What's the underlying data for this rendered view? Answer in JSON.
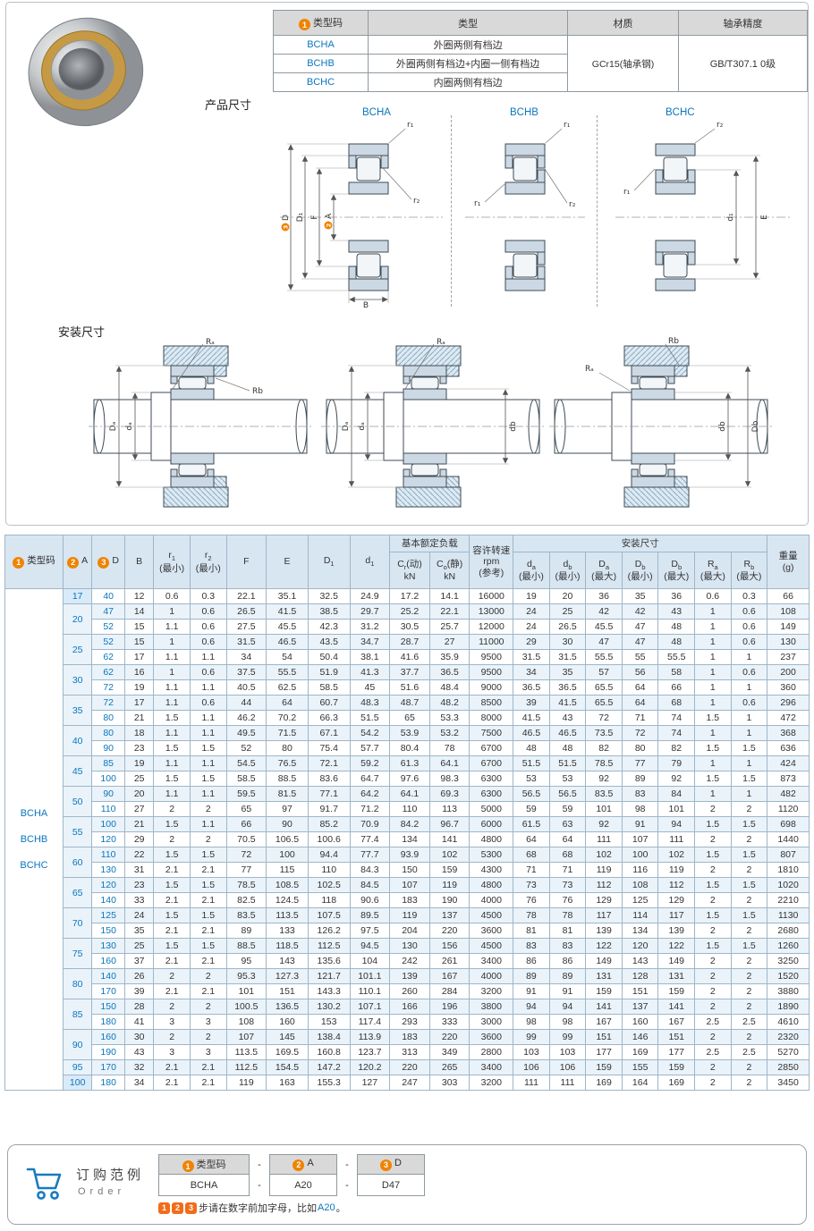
{
  "colors": {
    "accent_blue": "#0a76bd",
    "badge_orange": "#f08300",
    "header_gray": "#d9d9d9",
    "table_header_blue": "#d8e6f2",
    "row_alt_blue": "#eaf3fa"
  },
  "type_table": {
    "header_badge": "1",
    "headers": {
      "code": "类型码",
      "type": "类型",
      "material": "材质",
      "precision": "轴承精度"
    },
    "rows": [
      {
        "code": "BCHA",
        "type": "外圈两侧有档边"
      },
      {
        "code": "BCHB",
        "type": "外圈两侧有档边+内圈一侧有档边"
      },
      {
        "code": "BCHC",
        "type": "内圈两侧有档边"
      }
    ],
    "material": "GCr15(轴承钢)",
    "precision": "GB/T307.1 0级"
  },
  "drawings": {
    "product_title": "产品尺寸",
    "mount_title": "安装尺寸",
    "variant_names": [
      "BCHA",
      "BCHB",
      "BCHC"
    ],
    "badge2": "2",
    "badge3": "3",
    "dim_labels": {
      "D": "D",
      "D1": "D₁",
      "F": "F",
      "A": "A",
      "B": "B",
      "r1": "r₁",
      "r2": "r₂",
      "d1": "d₁",
      "E": "E",
      "Ra": "Rₐ",
      "Rb": "Rb",
      "Da": "Dₐ",
      "da": "dₐ",
      "db": "db",
      "Db": "Db"
    }
  },
  "main_table": {
    "badges": [
      "1",
      "2",
      "3"
    ],
    "type_codes": [
      "BCHA",
      "BCHB",
      "BCHC"
    ],
    "headers": {
      "code": "类型码",
      "A": "A",
      "D": "D",
      "B": "B",
      "r1": "r<sub>1</sub><br>(最小)",
      "r2": "r<sub>2</sub><br>(最小)",
      "F": "F",
      "E": "E",
      "D1": "D<sub>1</sub>",
      "d1": "d<sub>1</sub>",
      "load_group": "基本额定负载",
      "cr": "C<sub>r</sub>(动)<br>kN",
      "co": "C<sub>o</sub>(静)<br>kN",
      "rpm": "容许转速<br>rpm<br>(参考)",
      "mount_group": "安装尺寸",
      "da": "d<sub>a</sub><br>(最小)",
      "db": "d<sub>b</sub><br>(最小)",
      "Da": "D<sub>a</sub><br>(最大)",
      "Db_min": "D<sub>b</sub><br>(最小)",
      "Db_max": "D<sub>b</sub><br>(最大)",
      "Ra": "R<sub>a</sub><br>(最大)",
      "Rb": "R<sub>b</sub><br>(最大)",
      "weight": "重量<br>(g)"
    },
    "rows": [
      [
        "17",
        "40",
        "12",
        "0.6",
        "0.3",
        "22.1",
        "35.1",
        "32.5",
        "24.9",
        "17.2",
        "14.1",
        "16000",
        "19",
        "20",
        "36",
        "35",
        "36",
        "0.6",
        "0.3",
        "66"
      ],
      [
        "20",
        "47",
        "14",
        "1",
        "0.6",
        "26.5",
        "41.5",
        "38.5",
        "29.7",
        "25.2",
        "22.1",
        "13000",
        "24",
        "25",
        "42",
        "42",
        "43",
        "1",
        "0.6",
        "108"
      ],
      [
        "20",
        "52",
        "15",
        "1.1",
        "0.6",
        "27.5",
        "45.5",
        "42.3",
        "31.2",
        "30.5",
        "25.7",
        "12000",
        "24",
        "26.5",
        "45.5",
        "47",
        "48",
        "1",
        "0.6",
        "149"
      ],
      [
        "25",
        "52",
        "15",
        "1",
        "0.6",
        "31.5",
        "46.5",
        "43.5",
        "34.7",
        "28.7",
        "27",
        "11000",
        "29",
        "30",
        "47",
        "47",
        "48",
        "1",
        "0.6",
        "130"
      ],
      [
        "25",
        "62",
        "17",
        "1.1",
        "1.1",
        "34",
        "54",
        "50.4",
        "38.1",
        "41.6",
        "35.9",
        "9500",
        "31.5",
        "31.5",
        "55.5",
        "55",
        "55.5",
        "1",
        "1",
        "237"
      ],
      [
        "30",
        "62",
        "16",
        "1",
        "0.6",
        "37.5",
        "55.5",
        "51.9",
        "41.3",
        "37.7",
        "36.5",
        "9500",
        "34",
        "35",
        "57",
        "56",
        "58",
        "1",
        "0.6",
        "200"
      ],
      [
        "30",
        "72",
        "19",
        "1.1",
        "1.1",
        "40.5",
        "62.5",
        "58.5",
        "45",
        "51.6",
        "48.4",
        "9000",
        "36.5",
        "36.5",
        "65.5",
        "64",
        "66",
        "1",
        "1",
        "360"
      ],
      [
        "35",
        "72",
        "17",
        "1.1",
        "0.6",
        "44",
        "64",
        "60.7",
        "48.3",
        "48.7",
        "48.2",
        "8500",
        "39",
        "41.5",
        "65.5",
        "64",
        "68",
        "1",
        "0.6",
        "296"
      ],
      [
        "35",
        "80",
        "21",
        "1.5",
        "1.1",
        "46.2",
        "70.2",
        "66.3",
        "51.5",
        "65",
        "53.3",
        "8000",
        "41.5",
        "43",
        "72",
        "71",
        "74",
        "1.5",
        "1",
        "472"
      ],
      [
        "40",
        "80",
        "18",
        "1.1",
        "1.1",
        "49.5",
        "71.5",
        "67.1",
        "54.2",
        "53.9",
        "53.2",
        "7500",
        "46.5",
        "46.5",
        "73.5",
        "72",
        "74",
        "1",
        "1",
        "368"
      ],
      [
        "40",
        "90",
        "23",
        "1.5",
        "1.5",
        "52",
        "80",
        "75.4",
        "57.7",
        "80.4",
        "78",
        "6700",
        "48",
        "48",
        "82",
        "80",
        "82",
        "1.5",
        "1.5",
        "636"
      ],
      [
        "45",
        "85",
        "19",
        "1.1",
        "1.1",
        "54.5",
        "76.5",
        "72.1",
        "59.2",
        "61.3",
        "64.1",
        "6700",
        "51.5",
        "51.5",
        "78.5",
        "77",
        "79",
        "1",
        "1",
        "424"
      ],
      [
        "45",
        "100",
        "25",
        "1.5",
        "1.5",
        "58.5",
        "88.5",
        "83.6",
        "64.7",
        "97.6",
        "98.3",
        "6300",
        "53",
        "53",
        "92",
        "89",
        "92",
        "1.5",
        "1.5",
        "873"
      ],
      [
        "50",
        "90",
        "20",
        "1.1",
        "1.1",
        "59.5",
        "81.5",
        "77.1",
        "64.2",
        "64.1",
        "69.3",
        "6300",
        "56.5",
        "56.5",
        "83.5",
        "83",
        "84",
        "1",
        "1",
        "482"
      ],
      [
        "50",
        "110",
        "27",
        "2",
        "2",
        "65",
        "97",
        "91.7",
        "71.2",
        "110",
        "113",
        "5000",
        "59",
        "59",
        "101",
        "98",
        "101",
        "2",
        "2",
        "1120"
      ],
      [
        "55",
        "100",
        "21",
        "1.5",
        "1.1",
        "66",
        "90",
        "85.2",
        "70.9",
        "84.2",
        "96.7",
        "6000",
        "61.5",
        "63",
        "92",
        "91",
        "94",
        "1.5",
        "1.5",
        "698"
      ],
      [
        "55",
        "120",
        "29",
        "2",
        "2",
        "70.5",
        "106.5",
        "100.6",
        "77.4",
        "134",
        "141",
        "4800",
        "64",
        "64",
        "111",
        "107",
        "111",
        "2",
        "2",
        "1440"
      ],
      [
        "60",
        "110",
        "22",
        "1.5",
        "1.5",
        "72",
        "100",
        "94.4",
        "77.7",
        "93.9",
        "102",
        "5300",
        "68",
        "68",
        "102",
        "100",
        "102",
        "1.5",
        "1.5",
        "807"
      ],
      [
        "60",
        "130",
        "31",
        "2.1",
        "2.1",
        "77",
        "115",
        "110",
        "84.3",
        "150",
        "159",
        "4300",
        "71",
        "71",
        "119",
        "116",
        "119",
        "2",
        "2",
        "1810"
      ],
      [
        "65",
        "120",
        "23",
        "1.5",
        "1.5",
        "78.5",
        "108.5",
        "102.5",
        "84.5",
        "107",
        "119",
        "4800",
        "73",
        "73",
        "112",
        "108",
        "112",
        "1.5",
        "1.5",
        "1020"
      ],
      [
        "65",
        "140",
        "33",
        "2.1",
        "2.1",
        "82.5",
        "124.5",
        "118",
        "90.6",
        "183",
        "190",
        "4000",
        "76",
        "76",
        "129",
        "125",
        "129",
        "2",
        "2",
        "2210"
      ],
      [
        "70",
        "125",
        "24",
        "1.5",
        "1.5",
        "83.5",
        "113.5",
        "107.5",
        "89.5",
        "119",
        "137",
        "4500",
        "78",
        "78",
        "117",
        "114",
        "117",
        "1.5",
        "1.5",
        "1130"
      ],
      [
        "70",
        "150",
        "35",
        "2.1",
        "2.1",
        "89",
        "133",
        "126.2",
        "97.5",
        "204",
        "220",
        "3600",
        "81",
        "81",
        "139",
        "134",
        "139",
        "2",
        "2",
        "2680"
      ],
      [
        "75",
        "130",
        "25",
        "1.5",
        "1.5",
        "88.5",
        "118.5",
        "112.5",
        "94.5",
        "130",
        "156",
        "4500",
        "83",
        "83",
        "122",
        "120",
        "122",
        "1.5",
        "1.5",
        "1260"
      ],
      [
        "75",
        "160",
        "37",
        "2.1",
        "2.1",
        "95",
        "143",
        "135.6",
        "104",
        "242",
        "261",
        "3400",
        "86",
        "86",
        "149",
        "143",
        "149",
        "2",
        "2",
        "3250"
      ],
      [
        "80",
        "140",
        "26",
        "2",
        "2",
        "95.3",
        "127.3",
        "121.7",
        "101.1",
        "139",
        "167",
        "4000",
        "89",
        "89",
        "131",
        "128",
        "131",
        "2",
        "2",
        "1520"
      ],
      [
        "80",
        "170",
        "39",
        "2.1",
        "2.1",
        "101",
        "151",
        "143.3",
        "110.1",
        "260",
        "284",
        "3200",
        "91",
        "91",
        "159",
        "151",
        "159",
        "2",
        "2",
        "3880"
      ],
      [
        "85",
        "150",
        "28",
        "2",
        "2",
        "100.5",
        "136.5",
        "130.2",
        "107.1",
        "166",
        "196",
        "3800",
        "94",
        "94",
        "141",
        "137",
        "141",
        "2",
        "2",
        "1890"
      ],
      [
        "85",
        "180",
        "41",
        "3",
        "3",
        "108",
        "160",
        "153",
        "117.4",
        "293",
        "333",
        "3000",
        "98",
        "98",
        "167",
        "160",
        "167",
        "2.5",
        "2.5",
        "4610"
      ],
      [
        "90",
        "160",
        "30",
        "2",
        "2",
        "107",
        "145",
        "138.4",
        "113.9",
        "183",
        "220",
        "3600",
        "99",
        "99",
        "151",
        "146",
        "151",
        "2",
        "2",
        "2320"
      ],
      [
        "90",
        "190",
        "43",
        "3",
        "3",
        "113.5",
        "169.5",
        "160.8",
        "123.7",
        "313",
        "349",
        "2800",
        "103",
        "103",
        "177",
        "169",
        "177",
        "2.5",
        "2.5",
        "5270"
      ],
      [
        "95",
        "170",
        "32",
        "2.1",
        "2.1",
        "112.5",
        "154.5",
        "147.2",
        "120.2",
        "220",
        "265",
        "3400",
        "106",
        "106",
        "159",
        "155",
        "159",
        "2",
        "2",
        "2850"
      ],
      [
        "100",
        "180",
        "34",
        "2.1",
        "2.1",
        "119",
        "163",
        "155.3",
        "127",
        "247",
        "303",
        "3200",
        "111",
        "111",
        "169",
        "164",
        "169",
        "2",
        "2",
        "3450"
      ]
    ]
  },
  "order": {
    "title": "订购范例",
    "title_en": "Order",
    "col_badges": [
      "1",
      "2",
      "3"
    ],
    "col_labels": [
      "类型码",
      "A",
      "D"
    ],
    "sep": "-",
    "example": [
      "BCHA",
      "A20",
      "D47"
    ],
    "note_text": "步请在数字前加字母，比如",
    "note_code": "A20",
    "note_period": "。"
  }
}
